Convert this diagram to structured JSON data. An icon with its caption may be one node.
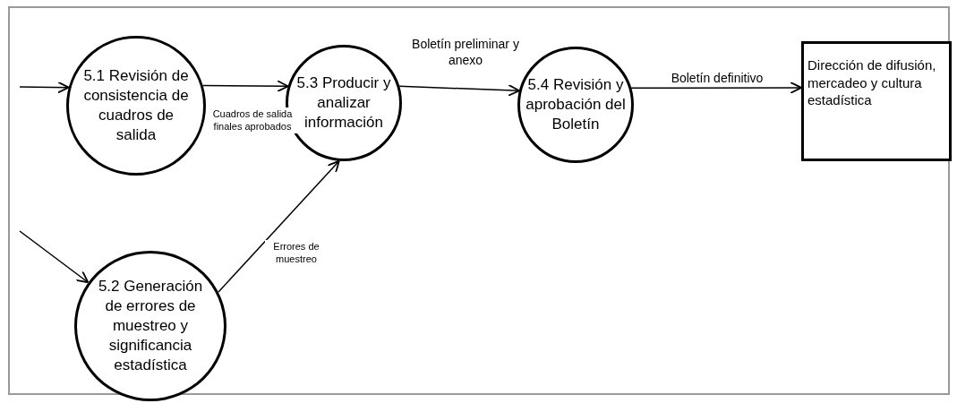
{
  "diagram": {
    "nodes": [
      {
        "text": [
          "5.1 Revisión de consistencia de cuadros de salida"
        ]
      },
      {
        "text": [
          "5.3 Producir y analizar información"
        ]
      },
      {
        "text": [
          "5.4 Revisión y aprobación del Boletín"
        ]
      },
      {
        "text": [
          "Dirección de difusión, mercadeo y cultura estadística"
        ]
      },
      {
        "text": [
          "5.2 Generación de errores de muestreo y significancia estadística"
        ]
      }
    ],
    "edges": [
      {
        "from": null,
        "to": 0,
        "arrow": "to"
      },
      {
        "from": 0,
        "to": 1,
        "arrow": "to",
        "label": "Cuadros de salida finales aprobados"
      },
      {
        "from": 1,
        "to": 2,
        "arrow": "to",
        "label": "Boletín preliminar y anexo"
      },
      {
        "from": 2,
        "to": 3,
        "arrow": "to",
        "label": "Boletín definitivo"
      },
      {
        "from": null,
        "to": 4,
        "arrow": "to"
      },
      {
        "from": 4,
        "to": 1,
        "arrow": "to",
        "label": "Errores de muestreo"
      }
    ]
  }
}
